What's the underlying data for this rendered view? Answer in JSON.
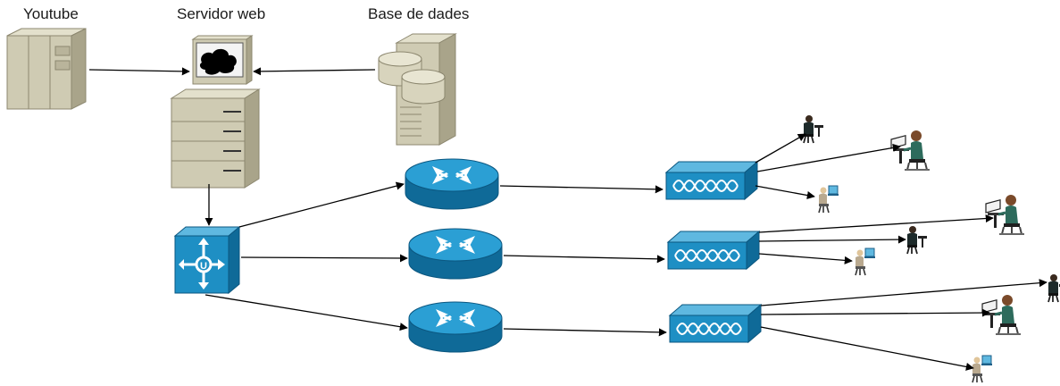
{
  "labels": {
    "youtube": "Youtube",
    "web_server": "Servidor web",
    "database": "Base de dades"
  },
  "nodes": [
    {
      "id": "youtube",
      "kind": "mainframe-icon"
    },
    {
      "id": "web_server",
      "kind": "web-server-icon"
    },
    {
      "id": "database",
      "kind": "database-server-icon"
    },
    {
      "id": "switch",
      "kind": "multilayer-switch-icon"
    },
    {
      "id": "router_1",
      "kind": "router-icon"
    },
    {
      "id": "router_2",
      "kind": "router-icon"
    },
    {
      "id": "router_3",
      "kind": "router-icon"
    },
    {
      "id": "access_1",
      "kind": "access-device-icon"
    },
    {
      "id": "access_2",
      "kind": "access-device-icon"
    },
    {
      "id": "access_3",
      "kind": "access-device-icon"
    }
  ],
  "edges": [
    [
      "youtube",
      "web_server"
    ],
    [
      "database",
      "web_server"
    ],
    [
      "web_server",
      "switch"
    ],
    [
      "switch",
      "router_1"
    ],
    [
      "switch",
      "router_2"
    ],
    [
      "switch",
      "router_3"
    ],
    [
      "router_1",
      "access_1"
    ],
    [
      "router_2",
      "access_2"
    ],
    [
      "router_3",
      "access_3"
    ],
    [
      "access_1",
      "user_1a"
    ],
    [
      "access_1",
      "user_1b"
    ],
    [
      "access_1",
      "user_1c"
    ],
    [
      "access_2",
      "user_2a"
    ],
    [
      "access_2",
      "user_2b"
    ],
    [
      "access_2",
      "user_2c"
    ],
    [
      "access_3",
      "user_3a"
    ],
    [
      "access_3",
      "user_3b"
    ],
    [
      "access_3",
      "user_3c"
    ]
  ],
  "colors": {
    "cisco_blue": "#1e8fc4",
    "cisco_blue_dark": "#0f6a98",
    "cisco_blue_light": "#5fb8e0",
    "server_beige": "#cfcbb3",
    "server_beige_dark": "#a9a48a",
    "line": "#000000"
  }
}
